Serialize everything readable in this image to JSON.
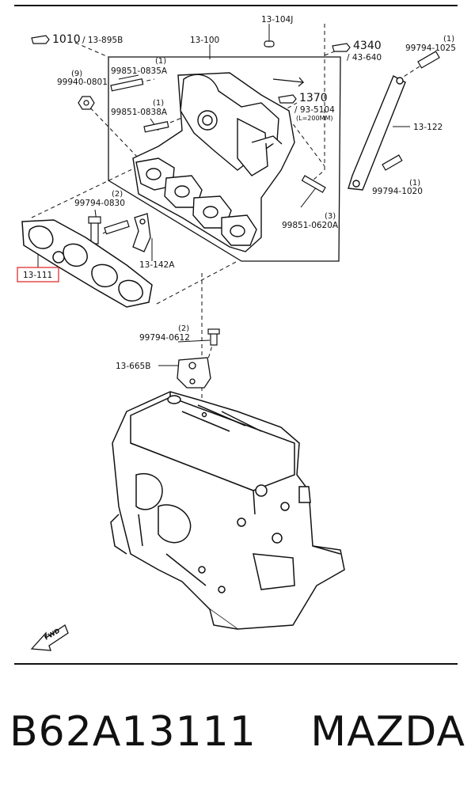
{
  "diagram": {
    "callouts": [
      {
        "id": "ref1010",
        "main": "1010",
        "sub": "/ 13-895B"
      },
      {
        "id": "ref4340",
        "main": "4340",
        "sub": "/ 43-640"
      },
      {
        "id": "ref1370",
        "main": "1370",
        "sub": "/ 93-5104",
        "note": "(L=200MM)"
      }
    ],
    "parts": [
      {
        "id": "p13100",
        "label": "13-100"
      },
      {
        "id": "p13104j",
        "label": "13-104J"
      },
      {
        "id": "p99794_1025",
        "label": "99794-1025",
        "qty": "(1)"
      },
      {
        "id": "p99851_0835a",
        "label": "99851-0835A",
        "qty": "(1)"
      },
      {
        "id": "p99940_0801",
        "label": "99940-0801",
        "qty": "(9)"
      },
      {
        "id": "p99851_0838a",
        "label": "99851-0838A",
        "qty": "(1)"
      },
      {
        "id": "p13122",
        "label": "13-122"
      },
      {
        "id": "p99794_1020",
        "label": "99794-1020",
        "qty": "(1)"
      },
      {
        "id": "p99794_0830",
        "label": "99794-0830",
        "qty": "(2)"
      },
      {
        "id": "p99851_0620a",
        "label": "99851-0620A",
        "qty": "(3)"
      },
      {
        "id": "p13142a",
        "label": "13-142A"
      },
      {
        "id": "p13111",
        "label": "13-111",
        "highlighted": true
      },
      {
        "id": "p99794_0612",
        "label": "99794-0612",
        "qty": "(2)"
      },
      {
        "id": "p13665b",
        "label": "13-665B"
      }
    ],
    "fwd_label": "FWD",
    "highlight_color": "#e03030"
  },
  "footer": {
    "part_number": "B62A13111",
    "brand": "MAZDA"
  }
}
